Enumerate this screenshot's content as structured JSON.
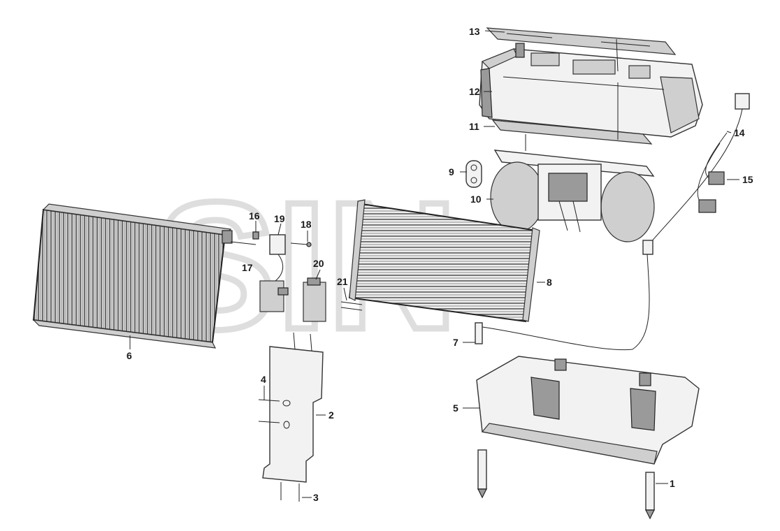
{
  "watermark": "SIN",
  "colors": {
    "line": "#222222",
    "fill_light": "#f2f2f2",
    "fill_dark": "#9a9a9a",
    "watermark": "#c9c9c9"
  },
  "labels": [
    {
      "id": "1",
      "text": "1"
    },
    {
      "id": "2",
      "text": "2"
    },
    {
      "id": "3",
      "text": "3"
    },
    {
      "id": "4",
      "text": "4"
    },
    {
      "id": "5",
      "text": "5"
    },
    {
      "id": "6",
      "text": "6"
    },
    {
      "id": "7",
      "text": "7"
    },
    {
      "id": "8",
      "text": "8"
    },
    {
      "id": "9",
      "text": "9"
    },
    {
      "id": "10",
      "text": "10"
    },
    {
      "id": "11",
      "text": "11"
    },
    {
      "id": "12",
      "text": "12"
    },
    {
      "id": "13",
      "text": "13"
    },
    {
      "id": "14",
      "text": "14"
    },
    {
      "id": "15",
      "text": "15"
    },
    {
      "id": "16",
      "text": "16"
    },
    {
      "id": "17",
      "text": "17"
    },
    {
      "id": "18",
      "text": "18"
    },
    {
      "id": "19",
      "text": "19"
    },
    {
      "id": "20",
      "text": "20"
    },
    {
      "id": "21",
      "text": "21"
    }
  ]
}
